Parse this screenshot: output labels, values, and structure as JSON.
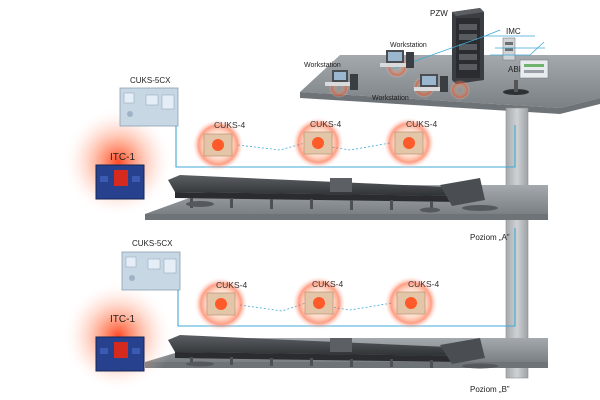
{
  "top_area": {
    "server_label": "PZW",
    "imc_label": "IMC",
    "abi_label": "ABI",
    "workstation_labels": [
      "Workstation",
      "Workstation",
      "Workstation"
    ]
  },
  "levels": [
    {
      "controller_label": "CUKS-5CX",
      "itc_label": "ITC-1",
      "sensor_labels": [
        "CUKS-4",
        "CUKS-4",
        "CUKS-4"
      ],
      "level_label": "Poziom „A”"
    },
    {
      "controller_label": "CUKS-5CX",
      "itc_label": "ITC-1",
      "sensor_labels": [
        "CUKS-4",
        "CUKS-4",
        "CUKS-4"
      ],
      "level_label": "Poziom „B”"
    }
  ],
  "colors": {
    "floor": "#8f9498",
    "floor_dark": "#6e7377",
    "pillar": "#b9bcbf",
    "cable": "#3fa9d6",
    "device_body": "#c8d7e4",
    "sensor_body": "#e3c6a8",
    "itc_body": "#27418f",
    "itc_light": "#d62a1f",
    "signal": "#ff5a2a"
  }
}
